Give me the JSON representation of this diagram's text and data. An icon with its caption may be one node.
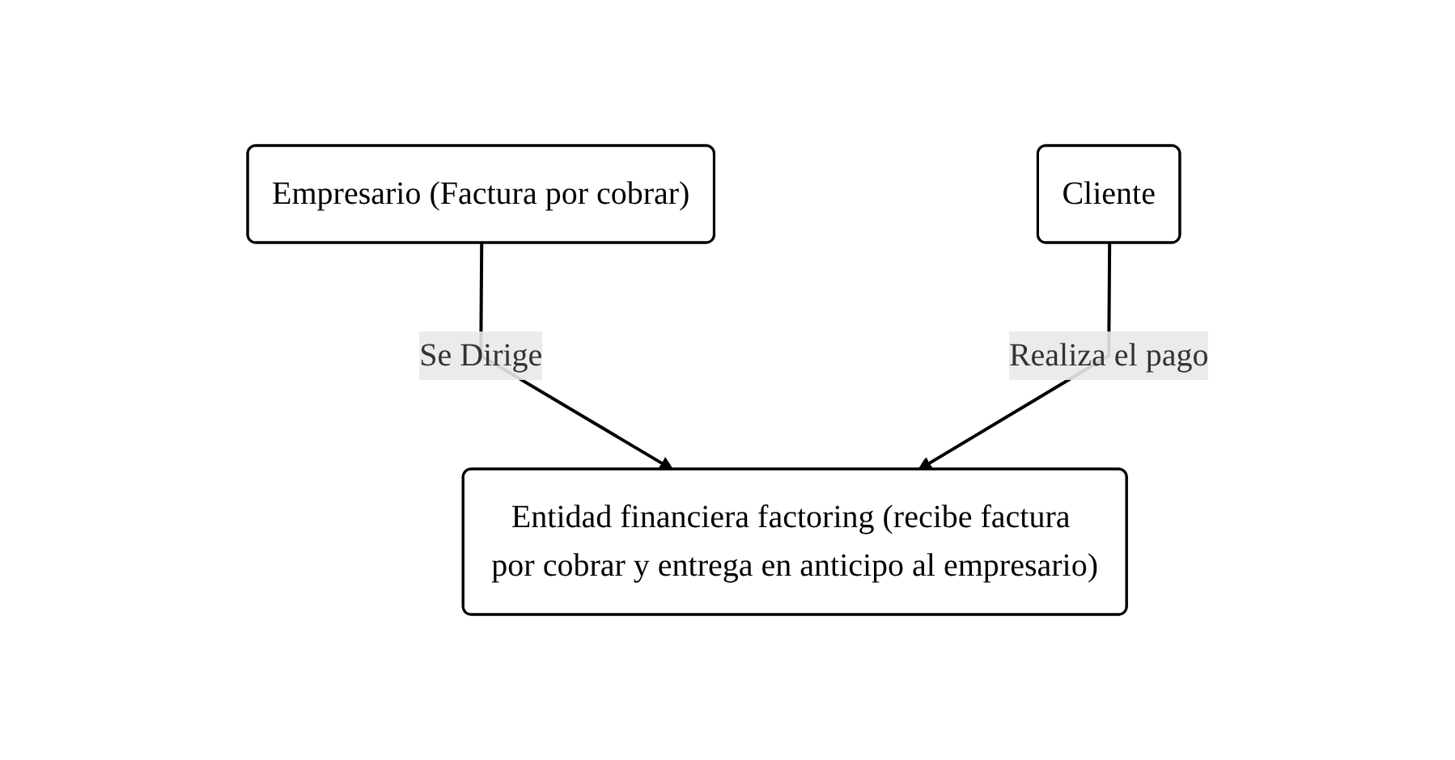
{
  "diagram": {
    "nodes": [
      {
        "text": [
          "Empresario (Factura por cobrar)"
        ]
      },
      {
        "text": [
          "Cliente"
        ]
      },
      {
        "text": [
          "Entidad financiera factoring (recibe factura por cobrar y entrega en anticipo al empresario)"
        ]
      }
    ],
    "edges": [
      {
        "from": 0,
        "to": 2,
        "arrow": "to",
        "label": "Se Dirige"
      },
      {
        "from": 1,
        "to": 2,
        "arrow": "to",
        "label": "Realiza el pago"
      }
    ]
  }
}
